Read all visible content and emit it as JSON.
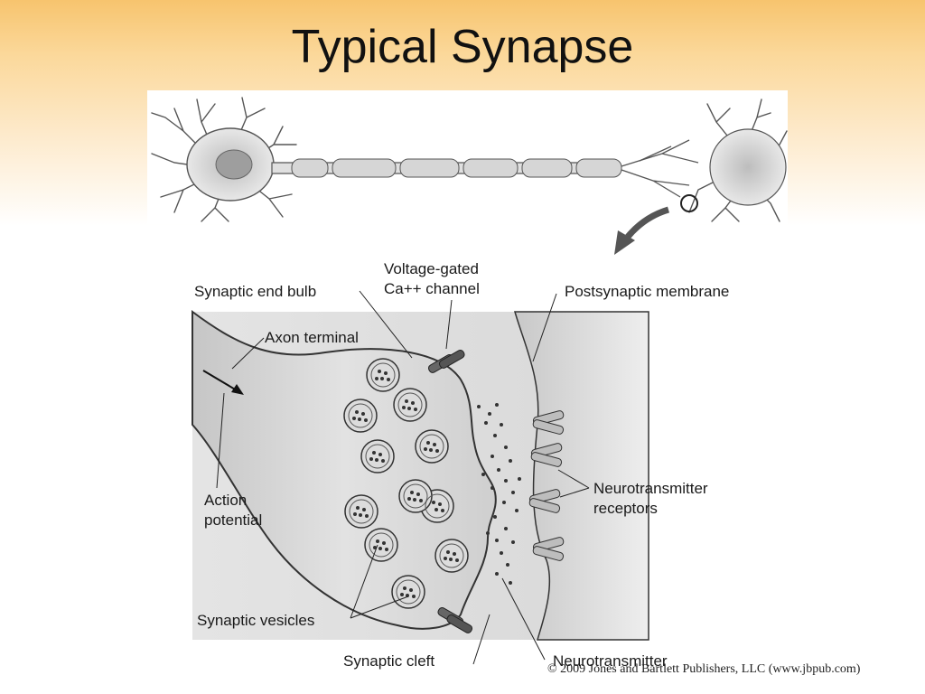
{
  "slide": {
    "title": "Typical Synapse"
  },
  "labels": {
    "synaptic_end_bulb": "Synaptic end bulb",
    "voltage_gated_channel": "Voltage-gated\nCa++ channel",
    "postsynaptic_membrane": "Postsynaptic membrane",
    "axon_terminal": "Axon terminal",
    "action_potential": "Action\npotential",
    "neurotransmitter_receptors": "Neurotransmitter\nreceptors",
    "synaptic_vesicles": "Synaptic vesicles",
    "synaptic_cleft": "Synaptic cleft",
    "neurotransmitter": "Neurotransmitter"
  },
  "credit": "© 2009 Jones and Bartlett Publishers, LLC (www.jbpub.com)",
  "colors": {
    "title_gradient_top": "#f7c46e",
    "diagram_fill": "#d3d3d3",
    "line": "#333333"
  }
}
